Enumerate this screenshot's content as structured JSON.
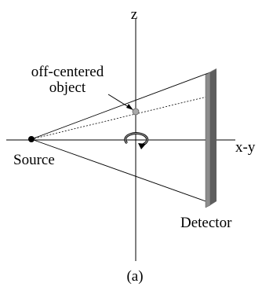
{
  "diagram": {
    "axis_vertical_label": "z",
    "axis_horizontal_label": "x-y",
    "object_label_line1": "off-centered",
    "object_label_line2": "object",
    "source_label": "Source",
    "detector_label": "Detector",
    "caption": "(a)"
  },
  "colors": {
    "detector_front": "#8c8c8c",
    "detector_side": "#5e5e5e",
    "object": "#a9a9a9",
    "lines": "#000000"
  }
}
